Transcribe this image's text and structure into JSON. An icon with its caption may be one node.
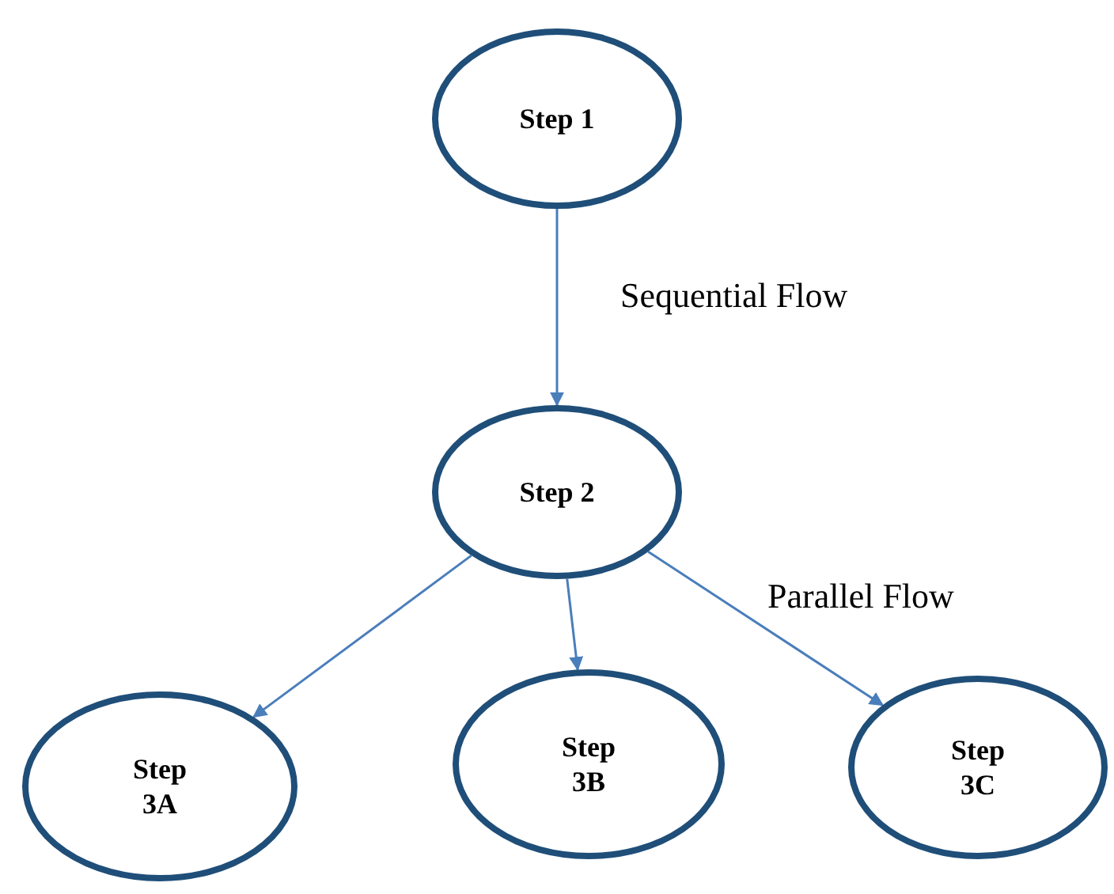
{
  "diagram": {
    "nodes": [
      {
        "text": [
          "Step 1"
        ]
      },
      {
        "text": [
          "Step 2"
        ]
      },
      {
        "text": [
          "Step 3A"
        ]
      },
      {
        "text": [
          "Step 3B"
        ]
      },
      {
        "text": [
          "Step 3C"
        ]
      }
    ],
    "edges": [
      {
        "from": 0,
        "to": 1,
        "arrow": "to"
      },
      {
        "from": 1,
        "to": 2,
        "arrow": "to"
      },
      {
        "from": 1,
        "to": 3,
        "arrow": "to"
      },
      {
        "from": 1,
        "to": 4,
        "arrow": "to"
      }
    ],
    "labels": [
      "Sequential Flow",
      "Parallel Flow"
    ]
  }
}
